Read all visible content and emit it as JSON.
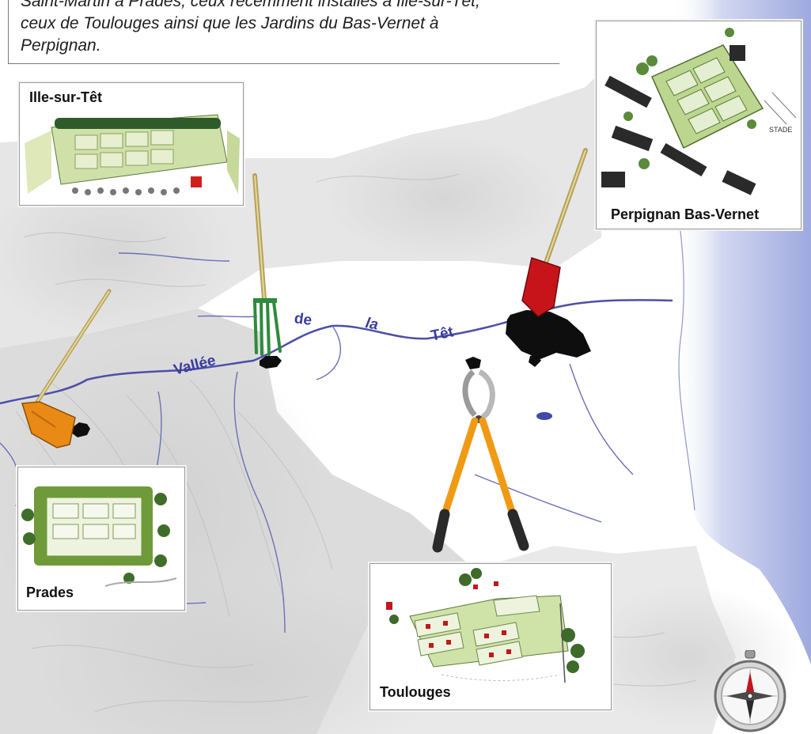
{
  "caption": {
    "lines": [
      "Saint-Martin à Prades, ceux récemment installés à Ille-sur-Têt,",
      "ceux de Toulouges ainsi que les Jardins du Bas-Vernet à",
      "Perpignan."
    ]
  },
  "river": {
    "words": [
      "Vallée",
      "de",
      "la",
      "Têt"
    ]
  },
  "places": {
    "ille": "Ille-sur-Têt",
    "perpignan": "Perpignan Bas-Vernet",
    "prades": "Prades",
    "toulouges": "Toulouges"
  },
  "sketch_text": {
    "stade": "STADE"
  },
  "icons": {
    "prades_tool": "hoe-icon",
    "ille_tool": "pitchfork-icon",
    "perpignan_tool": "spade-icon",
    "toulouges_tool": "loppers-icon",
    "compass": "compass-icon"
  },
  "colors": {
    "river": "#4b4fa8",
    "river_label": "#3a3d9e",
    "sea": "#b9c3e8",
    "hoe": "#e98a16",
    "pitchfork": "#2e8a3c",
    "spade": "#c7141b",
    "loppers_handle": "#f09a14",
    "garden_green": "#7fb04a"
  }
}
